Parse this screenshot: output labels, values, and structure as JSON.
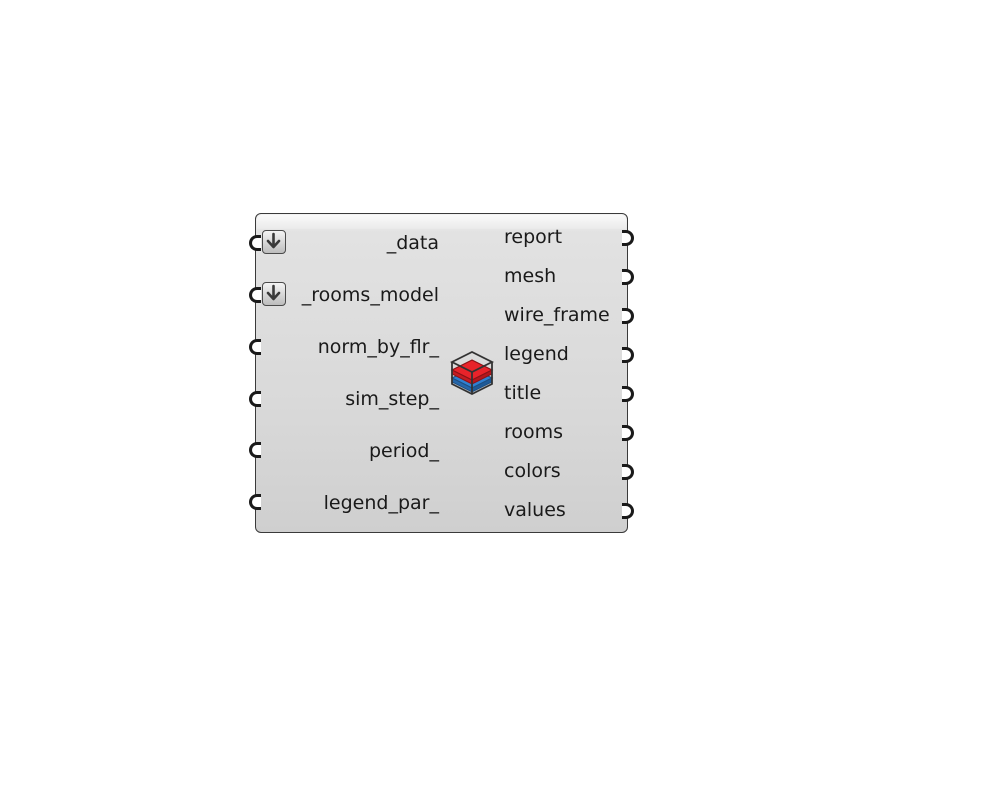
{
  "component": {
    "inputs": [
      {
        "label": "_data",
        "flatten": true
      },
      {
        "label": "_rooms_model",
        "flatten": true
      },
      {
        "label": "norm_by_flr_",
        "flatten": false
      },
      {
        "label": "sim_step_",
        "flatten": false
      },
      {
        "label": "period_",
        "flatten": false
      },
      {
        "label": "legend_par_",
        "flatten": false
      }
    ],
    "outputs": [
      {
        "label": "report"
      },
      {
        "label": "mesh"
      },
      {
        "label": "wire_frame"
      },
      {
        "label": "legend"
      },
      {
        "label": "title"
      },
      {
        "label": "rooms"
      },
      {
        "label": "colors"
      },
      {
        "label": "values"
      }
    ],
    "icon": "room-color-icon",
    "flatten_icon": "flatten-arrow-icon",
    "colors": {
      "body_top": "#f2f2f2",
      "body_bottom": "#cfcfcf",
      "border": "#3a3a3a",
      "icon_red": "#e8232a",
      "icon_blue": "#2f80d0"
    }
  }
}
